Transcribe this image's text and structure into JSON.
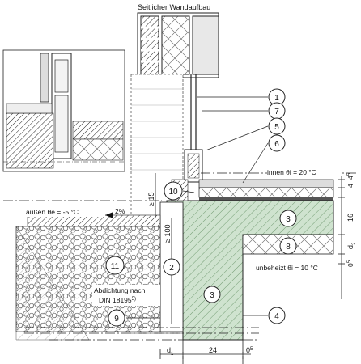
{
  "title": "Seitlicher Wandaufbau",
  "callouts": [
    "1",
    "7",
    "5",
    "6",
    "10",
    "2",
    "3",
    "3",
    "8",
    "11",
    "9",
    "4"
  ],
  "conditions": {
    "inside": "innen  θi =  20 °C",
    "outside": "außen θe =  -5 °C",
    "unheated": "unbeheizt   θi = 10 °C",
    "slope": "2%"
  },
  "note": {
    "line1": "Abdichtung nach",
    "line2": "DIN 18195",
    "sup": "5)"
  },
  "dimensions": {
    "min15": "≥ 15",
    "min100": "≥ 100",
    "d1": "d",
    "d1_sub": "1",
    "d24": "24",
    "o5": "0",
    "o5_sup": "5",
    "right_4a": "4",
    "right_4b": "4",
    "right_4sup": "5",
    "right_16": "16",
    "right_d2": "d",
    "right_d2_sub": "2",
    "right_0": "0",
    "right_0sup": "5"
  }
}
